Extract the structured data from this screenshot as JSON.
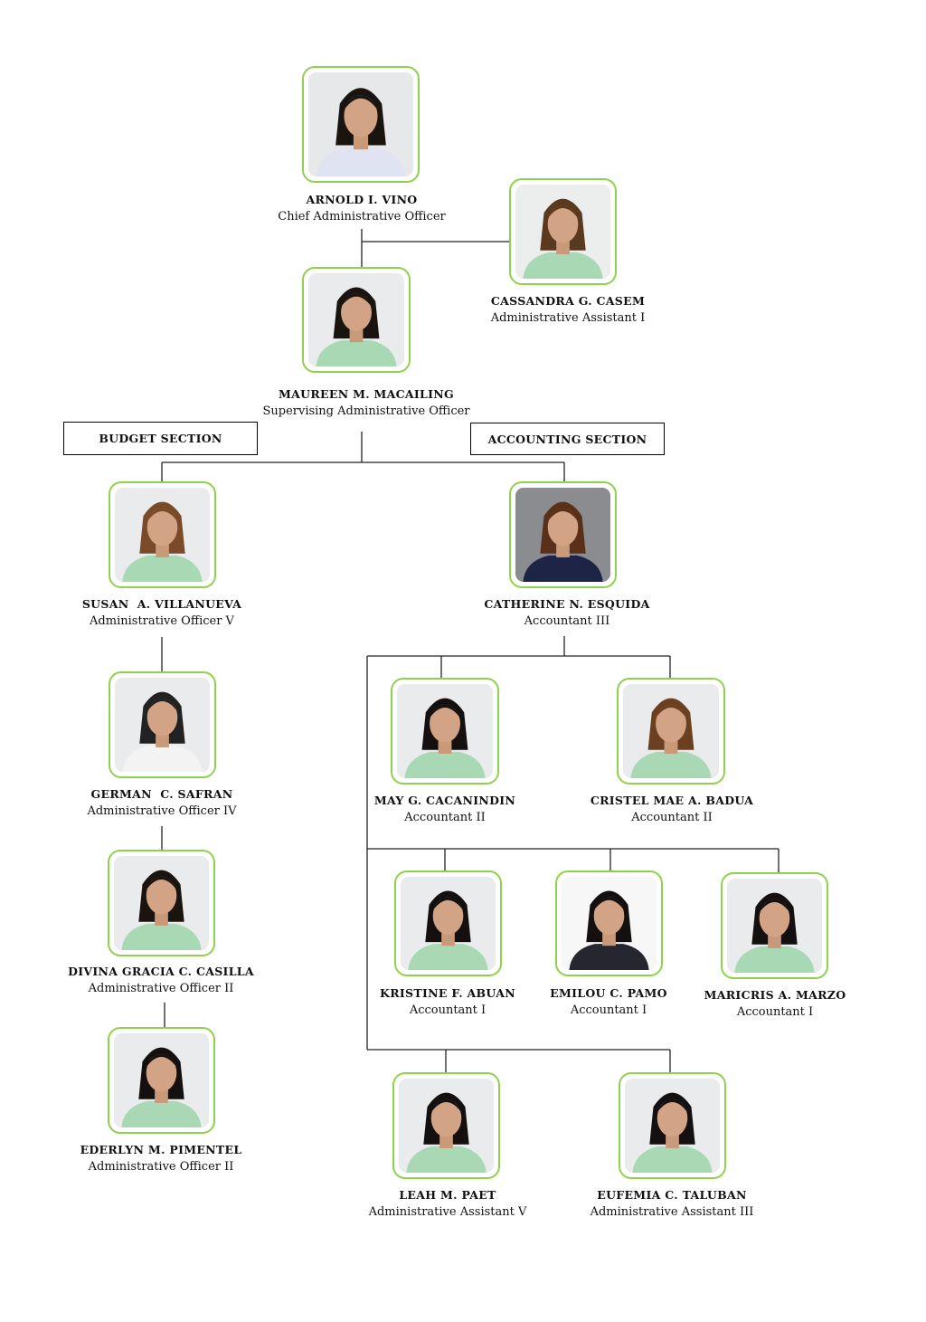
{
  "sections": {
    "budget": "BUDGET SECTION",
    "accounting": "ACCOUNTING SECTION"
  },
  "people": [
    {
      "name": "ARNOLD I. VINO",
      "title": "Chief Administrative Officer"
    },
    {
      "name": "CASSANDRA G. CASEM",
      "title": "Administrative Assistant I"
    },
    {
      "name": "MAUREEN M. MACAILING",
      "title": "Supervising Administrative Officer"
    },
    {
      "name": "SUSAN  A. VILLANUEVA",
      "title": "Administrative Officer V"
    },
    {
      "name": "CATHERINE N. ESQUIDA",
      "title": "Accountant III"
    },
    {
      "name": "GERMAN  C. SAFRAN",
      "title": "Administrative Officer IV"
    },
    {
      "name": "MAY G. CACANINDIN",
      "title": "Accountant II"
    },
    {
      "name": "CRISTEL MAE A. BADUA",
      "title": "Accountant II"
    },
    {
      "name": "DIVINA GRACIA C. CASILLA",
      "title": "Administrative Officer II"
    },
    {
      "name": "KRISTINE F. ABUAN",
      "title": "Accountant I"
    },
    {
      "name": "EMILOU C. PAMO",
      "title": "Accountant I"
    },
    {
      "name": "MARICRIS A. MARZO",
      "title": "Accountant I"
    },
    {
      "name": "EDERLYN M. PIMENTEL",
      "title": "Administrative Officer II"
    },
    {
      "name": "LEAH M. PAET",
      "title": "Administrative Assistant V"
    },
    {
      "name": "EUFEMIA C. TALUBAN",
      "title": "Administrative Assistant III"
    }
  ]
}
